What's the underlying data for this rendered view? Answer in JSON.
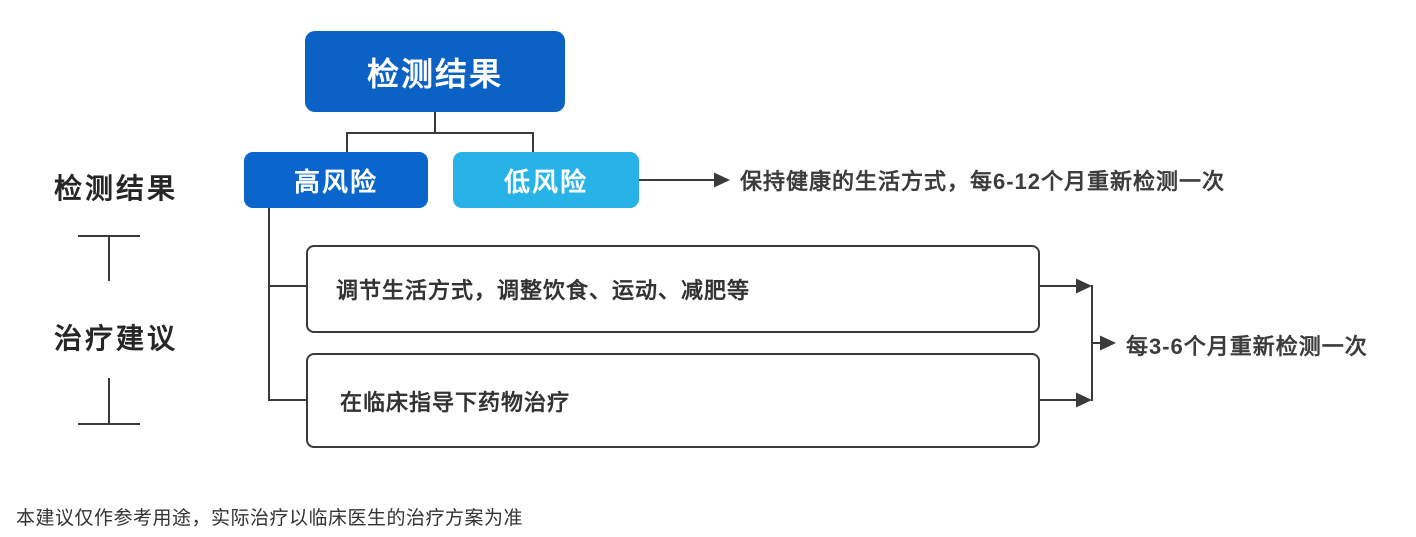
{
  "diagram": {
    "root_node": {
      "label": "检测结果"
    },
    "risk_nodes": {
      "high": {
        "label": "高风险"
      },
      "low": {
        "label": "低风险"
      }
    },
    "low_risk_advice": "保持健康的生活方式，每6-12个月重新检测一次",
    "treatments": [
      "调节生活方式，调整饮食、运动、减肥等",
      "在临床指导下药物治疗"
    ],
    "recheck_advice": "每3-6个月重新检测一次",
    "row_labels": {
      "results": "检测结果",
      "treatment": "治疗建议"
    },
    "disclaimer": "本建议仅作参考用途，实际治疗以临床医生的治疗方案为准",
    "colors": {
      "root_node": "#0B62C4",
      "high_risk_node": "#0A66CC",
      "low_risk_node": "#27B2E8",
      "line": "#3A3A3A"
    }
  }
}
